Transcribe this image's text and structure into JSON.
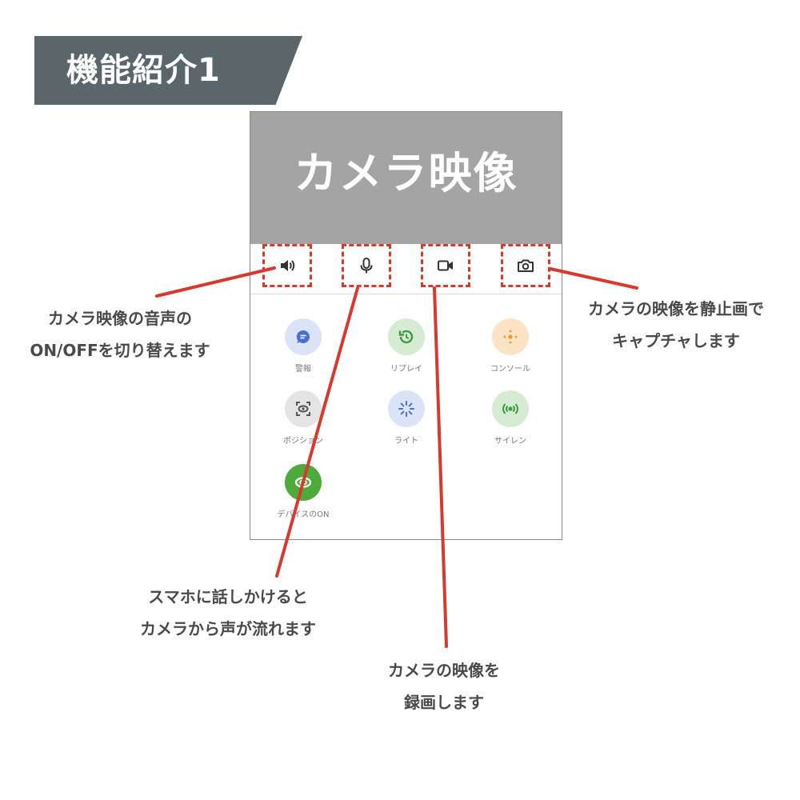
{
  "title": "機能紹介1",
  "video": {
    "label": "カメラ映像"
  },
  "controls": [
    {
      "name": "speaker-icon"
    },
    {
      "name": "microphone-icon"
    },
    {
      "name": "video-record-icon"
    },
    {
      "name": "camera-capture-icon"
    }
  ],
  "tiles": [
    {
      "label": "警報",
      "icon": "alert-chat-icon",
      "color": "#dbe3f7",
      "fg": "#4a6fd1"
    },
    {
      "label": "リプレイ",
      "icon": "replay-icon",
      "color": "#d6ecd2",
      "fg": "#3f9a44"
    },
    {
      "label": "コンソール",
      "icon": "console-icon",
      "color": "#fde3c6",
      "fg": "#ef9a2e"
    },
    {
      "label": "ポジション",
      "icon": "position-icon",
      "color": "#e4e4e4",
      "fg": "#555555"
    },
    {
      "label": "ライト",
      "icon": "light-icon",
      "color": "#dbe3f7",
      "fg": "#4a6fd1"
    },
    {
      "label": "サイレン",
      "icon": "siren-icon",
      "color": "#d6ecd2",
      "fg": "#3f9a44"
    },
    {
      "label": "デバイスのON",
      "icon": "device-on-icon",
      "color": "#4faa3c",
      "fg": "#ffffff"
    }
  ],
  "callouts": {
    "speaker": [
      "カメラ映像の音声の",
      "ON/OFFを切り替えます"
    ],
    "capture": [
      "カメラの映像を静止画で",
      "キャプチャします"
    ],
    "mic": [
      "スマホに話しかけると",
      "カメラから声が流れます"
    ],
    "record": [
      "カメラの映像を",
      "録画します"
    ]
  },
  "colors": {
    "accent": "#d63a2f",
    "banner": "#5b666b",
    "video": "#a4a4a4"
  }
}
